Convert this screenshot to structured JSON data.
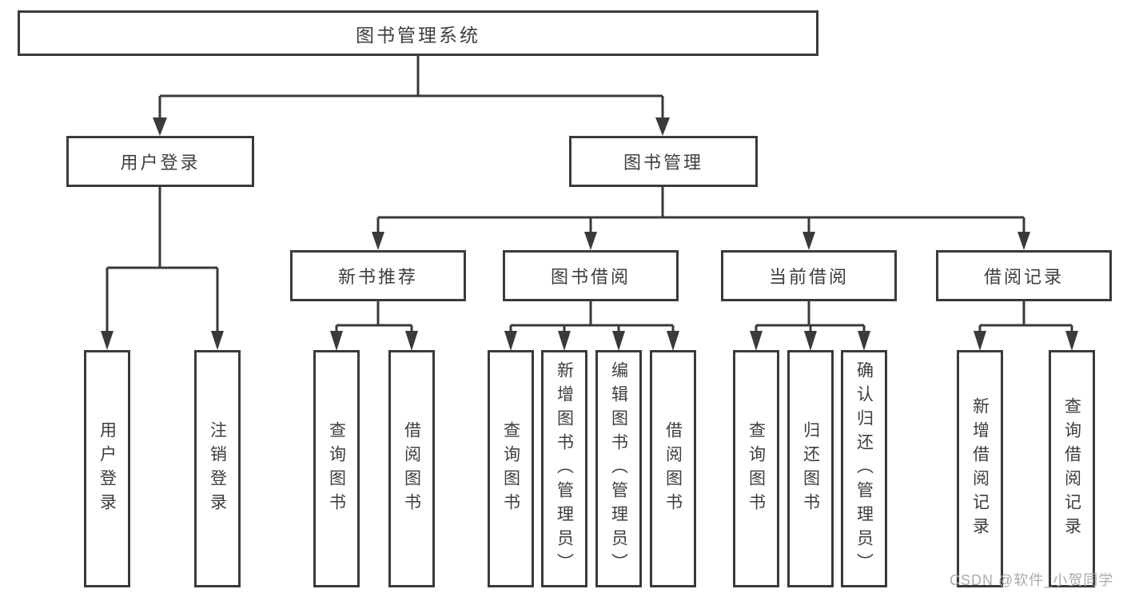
{
  "diagram": {
    "root": {
      "label": "图书管理系统"
    },
    "user_login": {
      "label": "用户登录",
      "children": [
        "用户登录",
        "注销登录"
      ]
    },
    "book_mgmt": {
      "label": "图书管理"
    },
    "new_book": {
      "label": "新书推荐",
      "children": [
        "查询图书",
        "借阅图书"
      ]
    },
    "book_borrow": {
      "label": "图书借阅",
      "children": [
        "查询图书",
        "新增图书（管理员）",
        "编辑图书（管理员）",
        "借阅图书"
      ]
    },
    "current_borrow": {
      "label": "当前借阅",
      "children": [
        "查询图书",
        "归还图书",
        "确认归还（管理员）"
      ]
    },
    "borrow_record": {
      "label": "借阅记录",
      "children": [
        "新增借阅记录",
        "查询借阅记录"
      ]
    }
  },
  "watermark": {
    "text": "CSDN @软件_小贺同学"
  },
  "colors": {
    "line": "#3a3a3a",
    "text": "#3e3e3e",
    "watermark": "#ababab",
    "background": "#ffffff"
  }
}
